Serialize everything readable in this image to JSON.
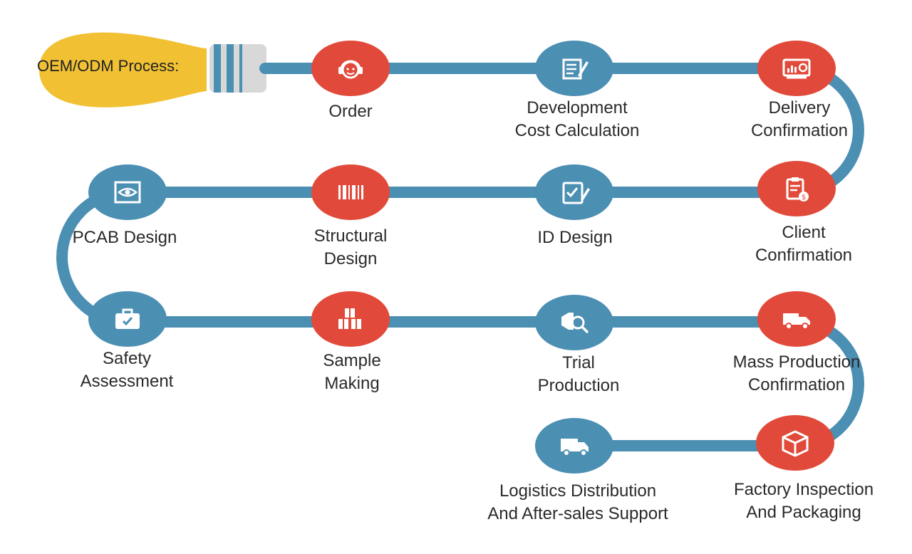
{
  "title": "OEM/ODM Process:",
  "colors": {
    "track": "#4b8fb3",
    "red": "#e14a3a",
    "blue": "#4b8fb3",
    "bulb": "#f1c133",
    "cap": "#d8d8d8"
  },
  "steps": [
    {
      "label": "Order",
      "icon": "headset-face-icon",
      "color": "red"
    },
    {
      "label": "Development\nCost Calculation",
      "icon": "document-pen-icon",
      "color": "blue"
    },
    {
      "label": "Delivery\nConfirmation",
      "icon": "monitor-search-icon",
      "color": "red"
    },
    {
      "label": "Client\nConfirmation",
      "icon": "clipboard-coin-icon",
      "color": "red"
    },
    {
      "label": "ID Design",
      "icon": "checklist-pen-icon",
      "color": "blue"
    },
    {
      "label": "Structural\nDesign",
      "icon": "barcode-icon",
      "color": "red"
    },
    {
      "label": "PCAB Design",
      "icon": "eye-frame-icon",
      "color": "blue"
    },
    {
      "label": "Safety\nAssessment",
      "icon": "briefcase-check-icon",
      "color": "blue"
    },
    {
      "label": "Sample\nMaking",
      "icon": "boxes-icon",
      "color": "red"
    },
    {
      "label": "Trial\nProduction",
      "icon": "tag-search-icon",
      "color": "blue"
    },
    {
      "label": "Mass Production\nConfirmation",
      "icon": "truck-icon",
      "color": "red"
    },
    {
      "label": "Factory Inspection\nAnd Packaging",
      "icon": "package-box-icon",
      "color": "red"
    },
    {
      "label": "Logistics Distribution\nAnd After-sales Support",
      "icon": "truck-icon",
      "color": "blue"
    }
  ]
}
